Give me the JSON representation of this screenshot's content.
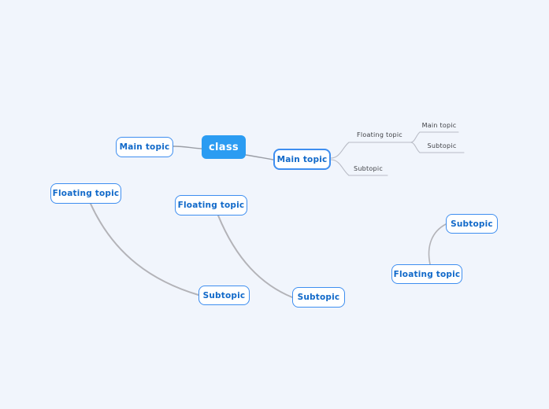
{
  "colors": {
    "bg": "#f1f5fc",
    "root-blue": "#2b9cf2",
    "border-blue": "#3e8ef0",
    "text-blue": "#1169c9",
    "root-text": "#ffffff",
    "plain-text": "#3f4045",
    "wire-main": "#9b9ea6",
    "wire-branch": "#b9bcc6",
    "wire-floating": "#b3b3b8"
  },
  "topics": {
    "root": {
      "label": "class"
    },
    "main_left": {
      "label": "Main topic"
    },
    "main_right": {
      "label": "Main topic"
    },
    "branch_floating": {
      "label": "Floating topic"
    },
    "branch_main": {
      "label": "Main topic"
    },
    "branch_subtopic_right": {
      "label": "Subtopic"
    },
    "branch_subtopic_below": {
      "label": "Subtopic"
    },
    "floating_left": {
      "label": "Floating topic"
    },
    "floating_center": {
      "label": "Floating topic"
    },
    "floating_right": {
      "label": "Floating topic"
    },
    "subtopic_bottom_left": {
      "label": "Subtopic"
    },
    "subtopic_bottom_center": {
      "label": "Subtopic"
    },
    "subtopic_top_right": {
      "label": "Subtopic"
    }
  }
}
